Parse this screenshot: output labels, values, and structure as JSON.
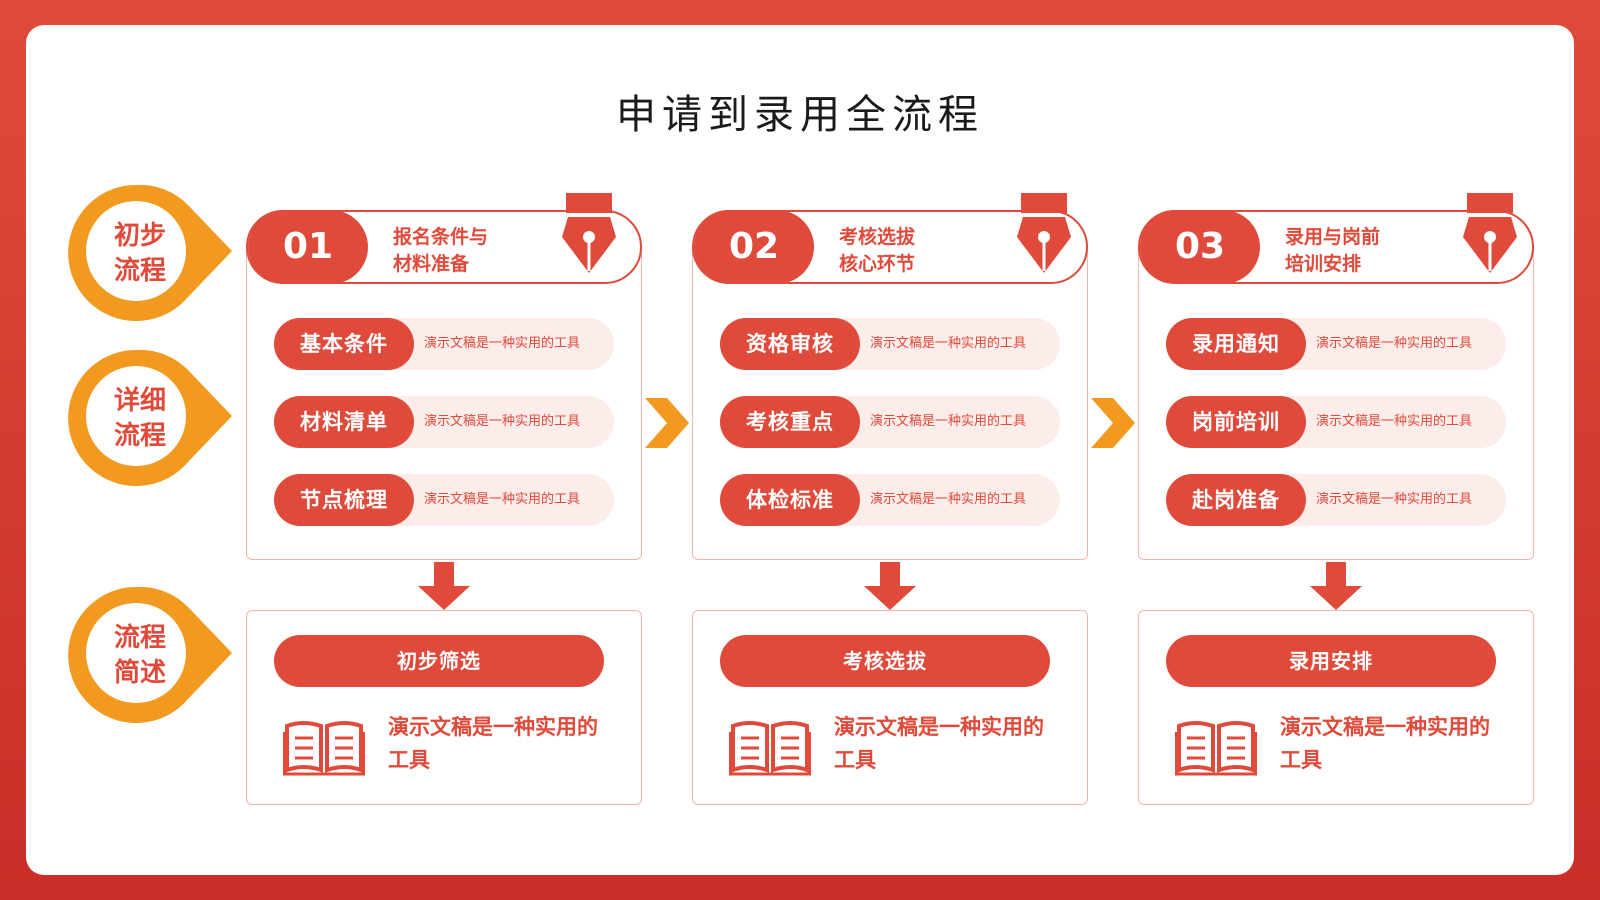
{
  "title": "申请到录用全流程",
  "colors": {
    "accent": "#e04a3a",
    "badge": "#f19a1f",
    "soft": "#fcecea",
    "border": "#f0b6ad"
  },
  "badges": [
    "初步\n流程",
    "详细\n流程",
    "流程\n简述"
  ],
  "steps": [
    {
      "num": "01",
      "title": "报名条件与\n材料准备",
      "items": [
        {
          "label": "基本条件",
          "desc": "演示文稿是一种实用的工具"
        },
        {
          "label": "材料清单",
          "desc": "演示文稿是一种实用的工具"
        },
        {
          "label": "节点梳理",
          "desc": "演示文稿是一种实用的工具"
        }
      ],
      "summary_title": "初步筛选",
      "summary_text": "演示文稿是一种实用的工具"
    },
    {
      "num": "02",
      "title": "考核选拔\n核心环节",
      "items": [
        {
          "label": "资格审核",
          "desc": "演示文稿是一种实用的工具"
        },
        {
          "label": "考核重点",
          "desc": "演示文稿是一种实用的工具"
        },
        {
          "label": "体检标准",
          "desc": "演示文稿是一种实用的工具"
        }
      ],
      "summary_title": "考核选拔",
      "summary_text": "演示文稿是一种实用的工具"
    },
    {
      "num": "03",
      "title": "录用与岗前\n培训安排",
      "items": [
        {
          "label": "录用通知",
          "desc": "演示文稿是一种实用的工具"
        },
        {
          "label": "岗前培训",
          "desc": "演示文稿是一种实用的工具"
        },
        {
          "label": "赴岗准备",
          "desc": "演示文稿是一种实用的工具"
        }
      ],
      "summary_title": "录用安排",
      "summary_text": "演示文稿是一种实用的工具"
    }
  ],
  "icons": {
    "pen": "fountain-pen-icon",
    "book": "open-book-icon",
    "arrow_right": "chevron-right-icon",
    "arrow_down": "arrow-down-icon"
  }
}
